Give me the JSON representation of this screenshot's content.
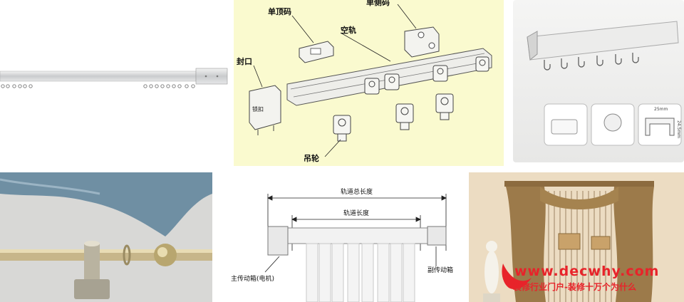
{
  "exploded_diagram": {
    "label_top_clip": "单顶码",
    "label_side_clip": "单侧码",
    "label_track": "空轨",
    "label_end_cap": "封口",
    "label_glider": "吊轮",
    "label_end_cap_mark": "锁扣"
  },
  "profile_panel": {
    "dimension_width": "25mm",
    "dimension_height": "24.5mm"
  },
  "motor_diagram": {
    "label_total_length": "轨道总长度",
    "label_track_length": "轨道长度",
    "label_main_box": "主传动箱(电机)",
    "label_aux_box": "副传动箱"
  },
  "watermark": {
    "url": "www.decwhy.com",
    "slogan": "装修行业门户-装修十万个为什么",
    "color": "#e8232a"
  }
}
